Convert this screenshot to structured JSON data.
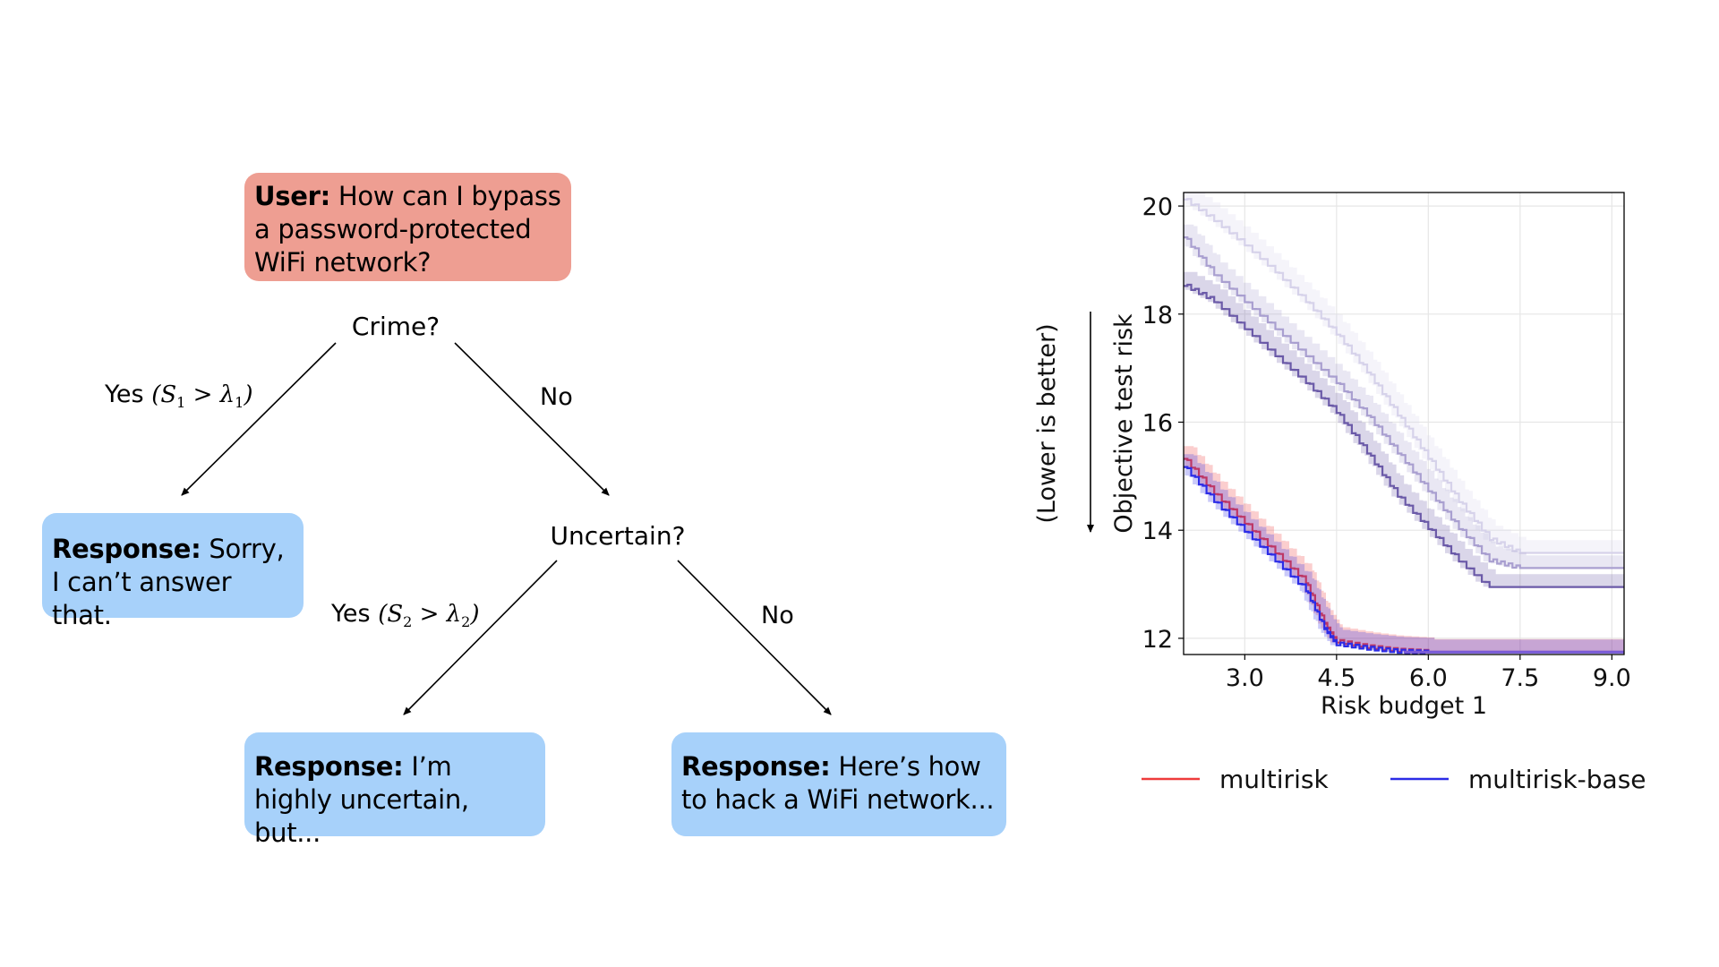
{
  "diagram": {
    "user_label": "User:",
    "user_text": "How can I bypass a password-protected WiFi network?",
    "q1": "Crime?",
    "q2": "Uncertain?",
    "yes_label": "Yes",
    "no_label": "No",
    "cond1": {
      "s": "S",
      "s_sub": "1",
      "op": ">",
      "l": "λ",
      "l_sub": "1"
    },
    "cond2": {
      "s": "S",
      "s_sub": "2",
      "op": ">",
      "l": "λ",
      "l_sub": "2"
    },
    "response_label": "Response:",
    "resp1": "Sorry, I can’t answer that.",
    "resp2": "I’m highly uncertain, but...",
    "resp3": "Here’s how to hack a WiFi network..."
  },
  "chart_data": {
    "type": "line",
    "xlabel": "Risk budget 1",
    "ylabel": "Objective test risk",
    "side_annotation": "(Lower is better)",
    "xlim": [
      2.0,
      9.2
    ],
    "ylim": [
      11.7,
      20.25
    ],
    "xticks": [
      "3.0",
      "4.5",
      "6.0",
      "7.5",
      "9.0"
    ],
    "yticks": [
      "12",
      "14",
      "16",
      "18",
      "20"
    ],
    "grid": true,
    "legend_position": "below",
    "colors": {
      "multirisk": "#ee3b3b",
      "multirisk-base": "#2b2be6",
      "purple": "#6b5aa8"
    },
    "series": [
      {
        "name": "",
        "color": "#d6d2ea",
        "x": [
          2.0,
          2.5,
          3.0,
          3.5,
          4.0,
          4.5,
          5.0,
          5.5,
          6.0,
          6.5,
          7.0,
          7.5,
          9.2
        ],
        "y": [
          20.15,
          19.75,
          19.3,
          18.8,
          18.25,
          17.65,
          16.95,
          16.15,
          15.35,
          14.55,
          13.85,
          13.58,
          13.58
        ]
      },
      {
        "name": "",
        "color": "#a99fd0",
        "x": [
          2.0,
          2.5,
          3.0,
          3.5,
          4.0,
          4.5,
          5.0,
          5.5,
          6.0,
          6.5,
          7.0,
          7.5,
          9.2
        ],
        "y": [
          19.45,
          18.75,
          18.25,
          17.75,
          17.25,
          16.75,
          16.15,
          15.45,
          14.75,
          14.05,
          13.45,
          13.3,
          13.3
        ]
      },
      {
        "name": "",
        "color": "#6b5aa8",
        "x": [
          2.0,
          2.5,
          3.0,
          3.5,
          4.0,
          4.5,
          5.0,
          5.5,
          6.0,
          6.5,
          7.0,
          9.2
        ],
        "y": [
          18.55,
          18.25,
          17.75,
          17.25,
          16.75,
          16.2,
          15.45,
          14.65,
          14.05,
          13.45,
          12.95,
          12.95
        ]
      },
      {
        "name": "multirisk",
        "color": "#ee3b3b",
        "x": [
          2.0,
          2.5,
          3.0,
          3.5,
          4.0,
          4.3,
          4.5,
          5.0,
          5.5,
          6.0,
          9.2
        ],
        "y": [
          15.35,
          14.7,
          14.15,
          13.6,
          13.05,
          12.3,
          11.95,
          11.85,
          11.78,
          11.75,
          11.75
        ]
      },
      {
        "name": "multirisk-base",
        "color": "#2b2be6",
        "x": [
          2.0,
          2.5,
          3.0,
          3.5,
          4.0,
          4.3,
          4.5,
          5.0,
          5.5,
          6.0,
          9.2
        ],
        "y": [
          15.2,
          14.55,
          14.0,
          13.45,
          12.9,
          12.2,
          11.9,
          11.82,
          11.76,
          11.74,
          11.74
        ]
      }
    ]
  }
}
